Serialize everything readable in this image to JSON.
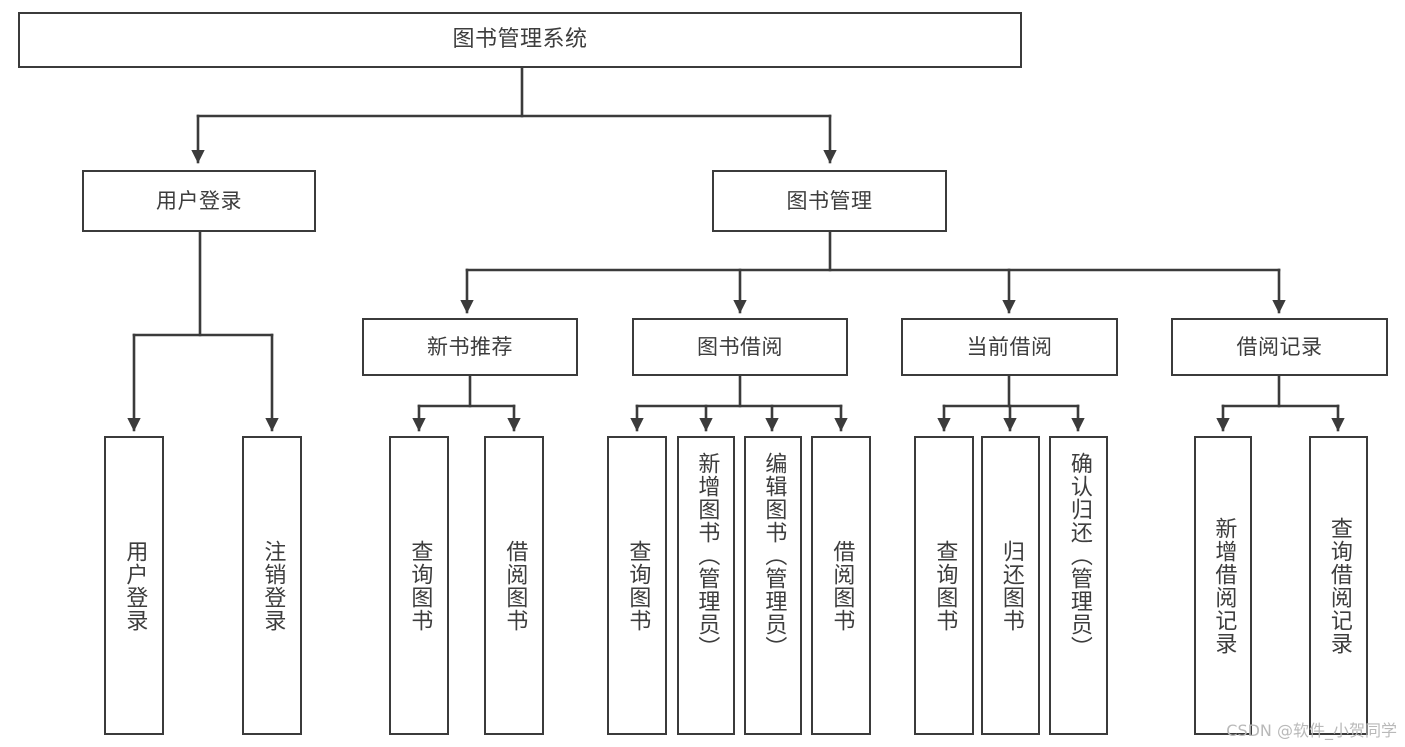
{
  "diagram": {
    "type": "tree-hierarchy-functional-decomposition",
    "title": "图书管理系统",
    "watermark": "CSDN @软件_小贺同学",
    "colors": {
      "stroke": "#3b3b3b",
      "text": "#3d3d3d",
      "background": "#ffffff",
      "watermark": "#b9b9b9"
    },
    "levels": {
      "root": {
        "label": "图书管理系统"
      },
      "level2": [
        {
          "label": "用户登录"
        },
        {
          "label": "图书管理"
        }
      ],
      "level3": [
        {
          "label": "新书推荐"
        },
        {
          "label": "图书借阅"
        },
        {
          "label": "当前借阅"
        },
        {
          "label": "借阅记录"
        }
      ],
      "leaves": {
        "user_login": [
          {
            "label": "用户登录"
          },
          {
            "label": "注销登录"
          }
        ],
        "new_book_recommend": [
          {
            "label": "查询图书"
          },
          {
            "label": "借阅图书"
          }
        ],
        "book_borrow": [
          {
            "label": "查询图书"
          },
          {
            "label": "新增图书（管理员）"
          },
          {
            "label": "编辑图书（管理员）"
          },
          {
            "label": "借阅图书"
          }
        ],
        "current_borrow": [
          {
            "label": "查询图书"
          },
          {
            "label": "归还图书"
          },
          {
            "label": "确认归还（管理员）"
          }
        ],
        "borrow_record": [
          {
            "label": "新增借阅记录"
          },
          {
            "label": "查询借阅记录"
          }
        ]
      }
    }
  }
}
